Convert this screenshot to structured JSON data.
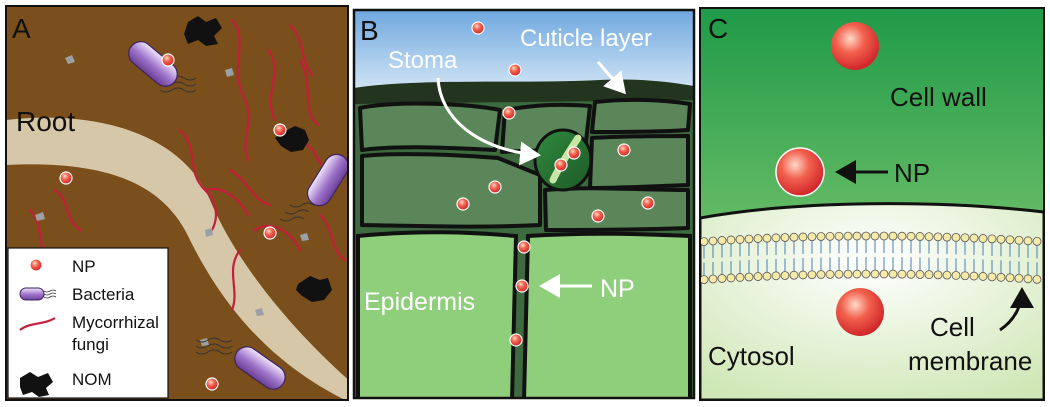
{
  "panels": {
    "a": {
      "letter": "A",
      "root_label": "Root",
      "legend": [
        {
          "icon": "np-icon",
          "label": "NP"
        },
        {
          "icon": "bacteria-icon",
          "label": "Bacteria"
        },
        {
          "icon": "mycorrhizal-fungi-icon",
          "label": "Mycorrhizal"
        },
        {
          "icon": "",
          "label": "fungi"
        },
        {
          "icon": "nom-icon",
          "label": "NOM"
        }
      ]
    },
    "b": {
      "letter": "B",
      "stoma_label": "Stoma",
      "cuticle_label": "Cuticle layer",
      "epidermis_label": "Epidermis",
      "np_label": "NP"
    },
    "c": {
      "letter": "C",
      "cell_wall_label": "Cell wall",
      "np_label": "NP",
      "cytosol_label": "Cytosol",
      "membrane_label_line1": "Cell",
      "membrane_label_line2": "membrane"
    }
  },
  "colors": {
    "soil": "#7a4f1b",
    "root": "#d6c7a8",
    "fungi": "#c41e3a",
    "np": "#e8453c",
    "sky": "#9cc7ea",
    "leaf_dark": "#3d6a3e",
    "epidermis": "#8fcf7c",
    "cell_wall": "#2f9a45",
    "cytosol": "#e6f2d6"
  }
}
